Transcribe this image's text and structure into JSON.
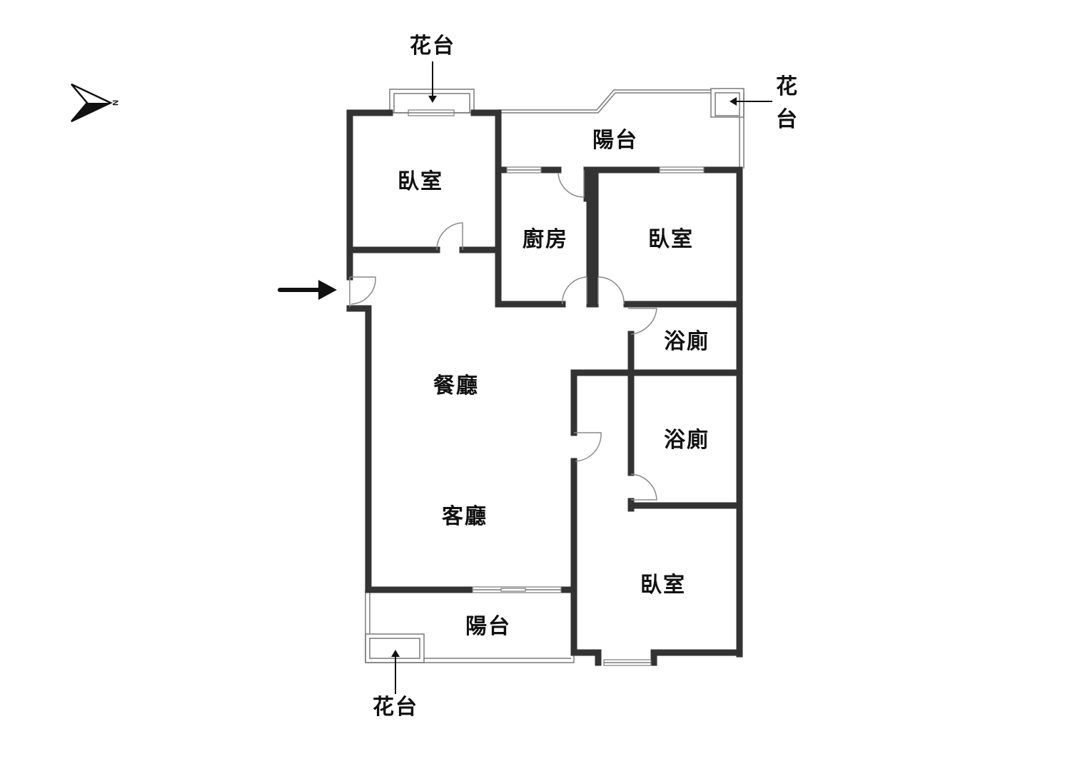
{
  "rooms": {
    "bedroom_nw": "臥室",
    "balcony_top": "陽台",
    "kitchen": "廚房",
    "bedroom_ne": "臥室",
    "bath_upper": "浴廁",
    "dining": "餐廳",
    "bath_lower": "浴廁",
    "living": "客廳",
    "bedroom_se": "臥室",
    "balcony_bottom": "陽台"
  },
  "planters": {
    "top": "花台",
    "right_line1": "花",
    "right_line2": "台",
    "bottom": "花台"
  },
  "compass": {
    "direction": "N",
    "icon": "north-arrow-icon"
  },
  "entrance": {
    "icon": "entrance-arrow-icon"
  },
  "colors": {
    "wall": "#333333",
    "thin_line": "#7a7a7a",
    "text": "#111111"
  }
}
